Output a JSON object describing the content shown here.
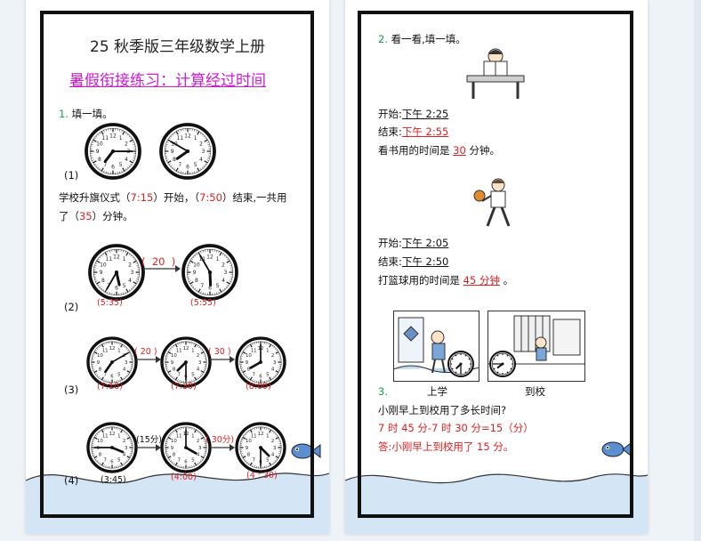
{
  "left": {
    "title": "25 秋季版三年级数学上册",
    "subtitle": "暑假衔接练习：计算经过时间",
    "q1": {
      "number": "1.",
      "prompt": "填一填。",
      "part1_label": "(1)",
      "sentence_line1_a": "学校升旗仪式（",
      "ans_start": "7:15",
      "sentence_line1_b": "）开始，（",
      "ans_end": "7:50",
      "sentence_line1_c": "）结束,一共用",
      "sentence_line2_a": "了（",
      "ans_minutes": "35",
      "sentence_line2_b": "）分钟。",
      "part2_label": "(2)",
      "part2_interval": "20",
      "part2_start": "5:35",
      "part2_end": "5:55",
      "part3_label": "(3)",
      "part3_interval1": "20",
      "part3_interval2": "30",
      "part3_t1": "7:10",
      "part3_t2": "7:30",
      "part3_t3": "8:00",
      "part4_label": "(4)",
      "part4_interval1": "(15分)",
      "part4_interval2": "30分",
      "part4_t1": "(3:45)",
      "part4_t2": "4:00",
      "part4_t3": "4 : 30"
    }
  },
  "right": {
    "q2": {
      "number": "2.",
      "prompt": "看一看,填一填。",
      "read_start_label": "开始:",
      "read_start": "下午 2:25",
      "read_end_label": "结束:",
      "read_end": "下午 2:55",
      "read_sentence_a": "看书用的时间是",
      "read_answer": "30",
      "read_sentence_b": "分钟。",
      "ball_start_label": "开始:",
      "ball_start": "下午 2:05",
      "ball_end_label": "结束:",
      "ball_end": "下午 2:50",
      "ball_sentence_a": "打篮球用的时间是",
      "ball_answer": "45 分钟",
      "ball_sentence_b": "。"
    },
    "q3": {
      "number": "3.",
      "caption_left": "上学",
      "caption_right": "到校",
      "question": "小刚早上到校用了多长时间?",
      "calc": "7 时 45 分-7 时 30 分=15（分）",
      "answer": "答:小刚早上到校用了 15 分。"
    }
  },
  "colors": {
    "red": "#e02020",
    "green": "#1aa14a",
    "magenta": "#d11ad6",
    "wave": "#cfe2f5"
  }
}
